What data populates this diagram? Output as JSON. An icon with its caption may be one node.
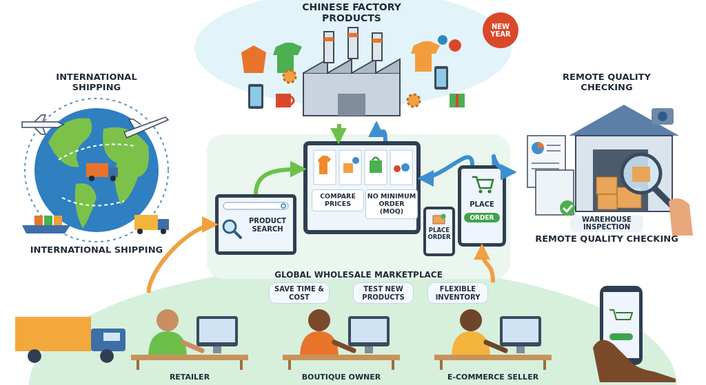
{
  "diagram": {
    "nodes": [
      {
        "text": [
          "CHINESE FACTORY PRODUCTS"
        ]
      },
      {
        "text": [
          "INTERNATIONAL SHIPPING",
          "INTERNATIONAL SHIPPING"
        ]
      },
      {
        "text": [
          "REMOTE QUALITY CHECKING",
          "WAREHOUSE INSPECTION",
          "REMOTE QUALITY CHECKING"
        ]
      },
      {
        "text": [
          "GLOBAL WHOLESALE MARKETPLACE"
        ]
      },
      {
        "text": [
          "PRODUCT SEARCH"
        ],
        "in": 3
      },
      {
        "text": [
          "COMPARE PRICES",
          "NO MINIMUM ORDER (MOQ)"
        ],
        "in": 3
      },
      {
        "text": [
          "PLACE ORDER"
        ],
        "in": 3
      },
      {
        "text": [
          "PLACE",
          "ORDER"
        ],
        "in": 3
      },
      {
        "text": [
          "RETAILER"
        ]
      },
      {
        "text": [
          "SAVE TIME & COST",
          "TEST NEW PRODUCTS",
          "BOUTIQUE OWNER"
        ]
      },
      {
        "text": [
          "FLEXIBLE INVENTORY",
          "E-COMMERCE SELLER"
        ]
      }
    ],
    "edges": [
      {
        "from": 0,
        "to": 5,
        "arrow": "to",
        "color": "#6cc04a"
      },
      {
        "from": 5,
        "to": 0,
        "arrow": "to"
      },
      {
        "from": 4,
        "to": 5,
        "arrow": "to",
        "color": "#6cc04a"
      },
      {
        "from": 7,
        "to": 5,
        "arrow": "to"
      },
      {
        "from": 7,
        "to": 2,
        "arrow": "to"
      },
      {
        "from": 8,
        "to": 4,
        "arrow": "to",
        "color": "#f0a040"
      },
      {
        "from": 10,
        "to": 7,
        "arrow": "to",
        "color": "#f0a040"
      }
    ],
    "labels": [
      "NEW YEAR"
    ]
  }
}
